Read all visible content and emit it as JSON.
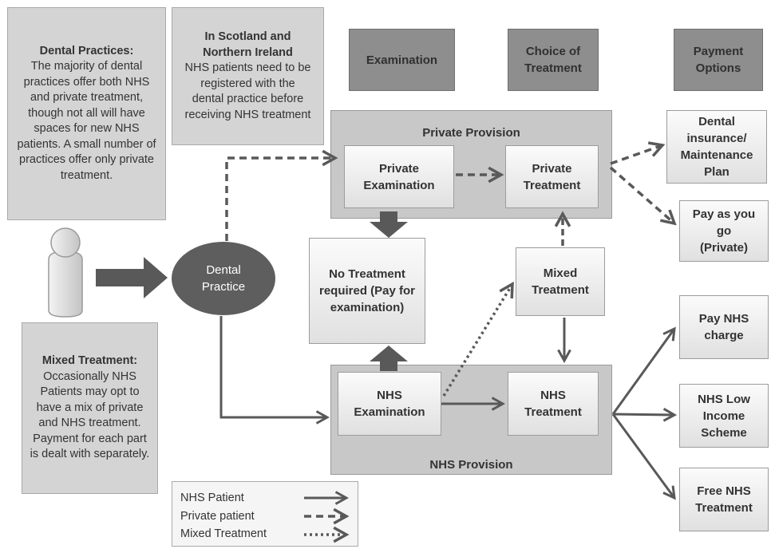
{
  "notes": {
    "dental_practices": {
      "title": "Dental Practices:",
      "body": "The majority of dental practices offer both NHS and private treatment, though not all will have spaces for new NHS patients. A small number of practices offer only private treatment."
    },
    "scotland": {
      "title": "In Scotland and Northern Ireland",
      "body": "NHS patients need to be registered with the dental practice before receiving NHS treatment"
    },
    "mixed": {
      "title": "Mixed Treatment:",
      "body": "Occasionally NHS Patients may opt to have a mix of private and NHS treatment. Payment for each part is dealt with separately."
    }
  },
  "headers": {
    "examination": "Examination",
    "choice": "Choice of Treatment",
    "payment": "Payment Options"
  },
  "nodes": {
    "dental_practice": "Dental Practice",
    "private_provision": "Private Provision",
    "private_examination": "Private Examination",
    "private_treatment": "Private Treatment",
    "no_treatment": "No Treatment required (Pay for examination)",
    "mixed_treatment": "Mixed Treatment",
    "nhs_provision": "NHS Provision",
    "nhs_examination": "NHS Examination",
    "nhs_treatment": "NHS Treatment",
    "dental_insurance": "Dental insurance/ Maintenance Plan",
    "pay_as_you_go": "Pay as you go (Private)",
    "pay_nhs_charge": "Pay NHS charge",
    "nhs_low_income": "NHS Low Income Scheme",
    "free_nhs": "Free NHS Treatment"
  },
  "legend": {
    "nhs": "NHS Patient",
    "private": "Private patient",
    "mixed": "Mixed Treatment"
  },
  "colors": {
    "arrow": "#595959",
    "note": "#d4d4d4",
    "header": "#8e8e8e",
    "region": "#c8c8c8",
    "circle": "#5e5e5e"
  },
  "icons": {
    "patient": "person-icon"
  }
}
